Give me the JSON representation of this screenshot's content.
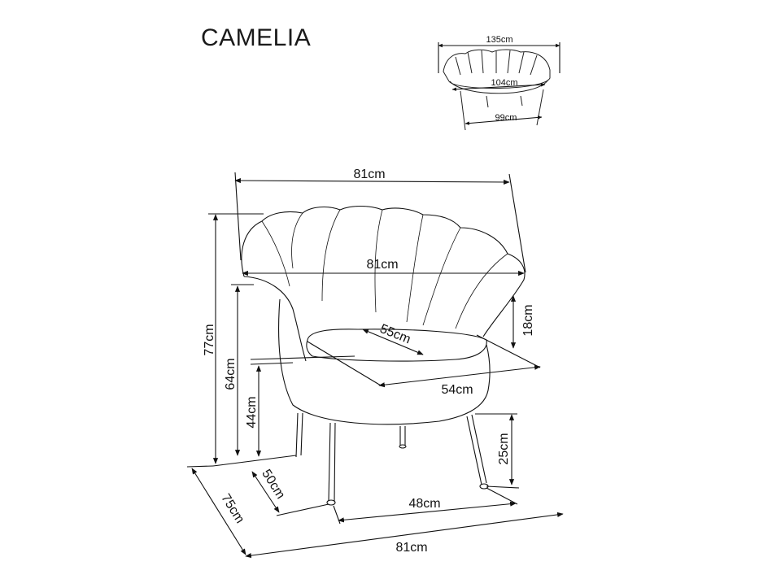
{
  "title": "CAMELIA",
  "sofa": {
    "width_total": "135cm",
    "width_seat": "104cm",
    "width_legs": "99cm"
  },
  "chair": {
    "width_top": "81cm",
    "width_arms": "81cm",
    "seat_depth": "55cm",
    "seat_width": "54cm",
    "arm_above_seat": "18cm",
    "height_total": "77cm",
    "height_arms": "64cm",
    "height_seat": "44cm",
    "leg_height": "25cm",
    "leg_depth": "50cm",
    "depth_total": "75cm",
    "leg_width": "48cm",
    "width_bottom": "81cm"
  }
}
